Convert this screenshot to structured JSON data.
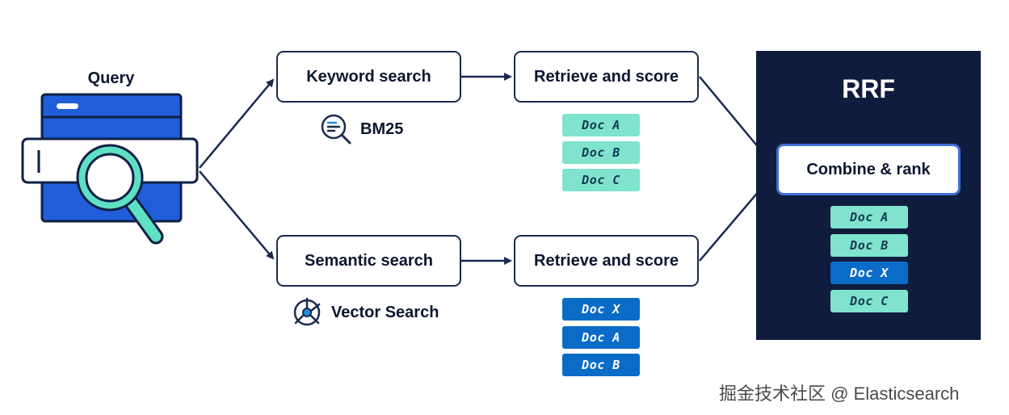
{
  "query": {
    "label": "Query"
  },
  "pipelines": [
    {
      "search_label": "Keyword search",
      "method_label": "BM25",
      "method_icon": "bm25-magnifier-icon",
      "retrieve_label": "Retrieve and score",
      "docs": [
        {
          "label": "Doc A",
          "color": "teal"
        },
        {
          "label": "Doc B",
          "color": "teal"
        },
        {
          "label": "Doc C",
          "color": "teal"
        }
      ]
    },
    {
      "search_label": "Semantic search",
      "method_label": "Vector Search",
      "method_icon": "vector-target-icon",
      "retrieve_label": "Retrieve and score",
      "docs": [
        {
          "label": "Doc X",
          "color": "blue"
        },
        {
          "label": "Doc A",
          "color": "blue"
        },
        {
          "label": "Doc B",
          "color": "blue"
        }
      ]
    }
  ],
  "rrf": {
    "title": "RRF",
    "combine_label": "Combine & rank",
    "docs": [
      {
        "label": "Doc A",
        "color": "teal"
      },
      {
        "label": "Doc B",
        "color": "teal"
      },
      {
        "label": "Doc X",
        "color": "blue"
      },
      {
        "label": "Doc C",
        "color": "teal"
      }
    ]
  },
  "colors": {
    "navy": "#101c3d",
    "teal_doc": "#7fe3cd",
    "blue_doc": "#0b6cc7",
    "query_blue": "#1f5ed8",
    "magnifier_teal": "#5fe0c4"
  },
  "watermark": "掘金技术社区 @ Elasticsearch"
}
